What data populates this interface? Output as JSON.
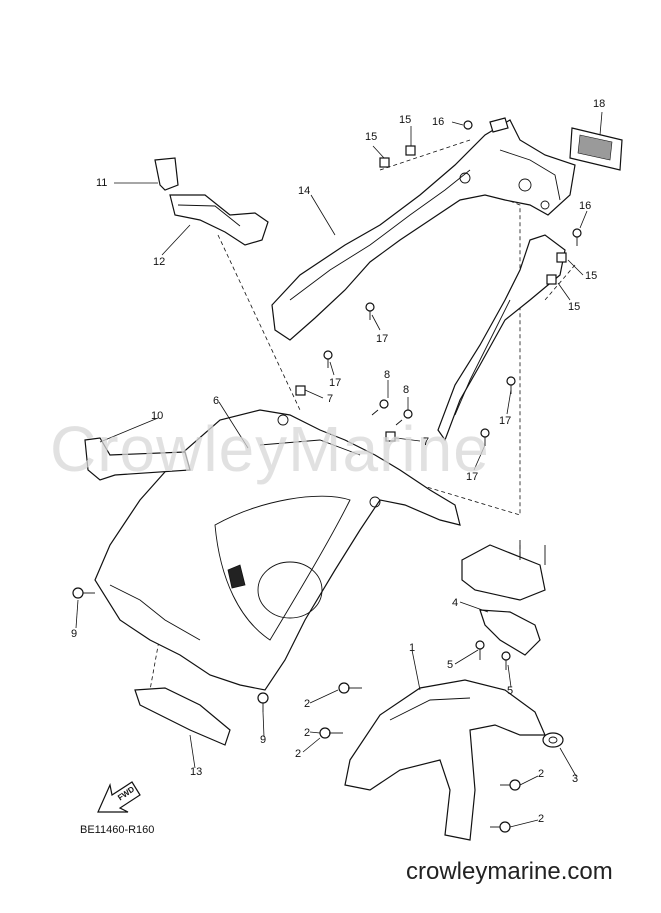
{
  "callouts": [
    {
      "id": "c18",
      "label": "18"
    },
    {
      "id": "c16a",
      "label": "16"
    },
    {
      "id": "c15a",
      "label": "15"
    },
    {
      "id": "c15b",
      "label": "15"
    },
    {
      "id": "c11",
      "label": "11"
    },
    {
      "id": "c14",
      "label": "14"
    },
    {
      "id": "c16b",
      "label": "16"
    },
    {
      "id": "c12",
      "label": "12"
    },
    {
      "id": "c15c",
      "label": "15"
    },
    {
      "id": "c15d",
      "label": "15"
    },
    {
      "id": "c17a",
      "label": "17"
    },
    {
      "id": "c17b",
      "label": "17"
    },
    {
      "id": "c8a",
      "label": "8"
    },
    {
      "id": "c8b",
      "label": "8"
    },
    {
      "id": "c7a",
      "label": "7"
    },
    {
      "id": "c6",
      "label": "6"
    },
    {
      "id": "c10",
      "label": "10"
    },
    {
      "id": "c7b",
      "label": "7"
    },
    {
      "id": "c17c",
      "label": "17"
    },
    {
      "id": "c17d",
      "label": "17"
    },
    {
      "id": "c4",
      "label": "4"
    },
    {
      "id": "c9a",
      "label": "9"
    },
    {
      "id": "c5a",
      "label": "5"
    },
    {
      "id": "c1",
      "label": "1"
    },
    {
      "id": "c5b",
      "label": "5"
    },
    {
      "id": "c2a",
      "label": "2"
    },
    {
      "id": "c2b",
      "label": "2"
    },
    {
      "id": "c9b",
      "label": "9"
    },
    {
      "id": "c2c",
      "label": "2"
    },
    {
      "id": "c3",
      "label": "3"
    },
    {
      "id": "c13",
      "label": "13"
    },
    {
      "id": "c2d",
      "label": "2"
    },
    {
      "id": "c2e",
      "label": "2"
    }
  ],
  "watermark": "CrowleyMarine",
  "fwd_label": "FWD",
  "diagram_code": "BE11460-R160",
  "footer_url": "crowleymarine.com"
}
